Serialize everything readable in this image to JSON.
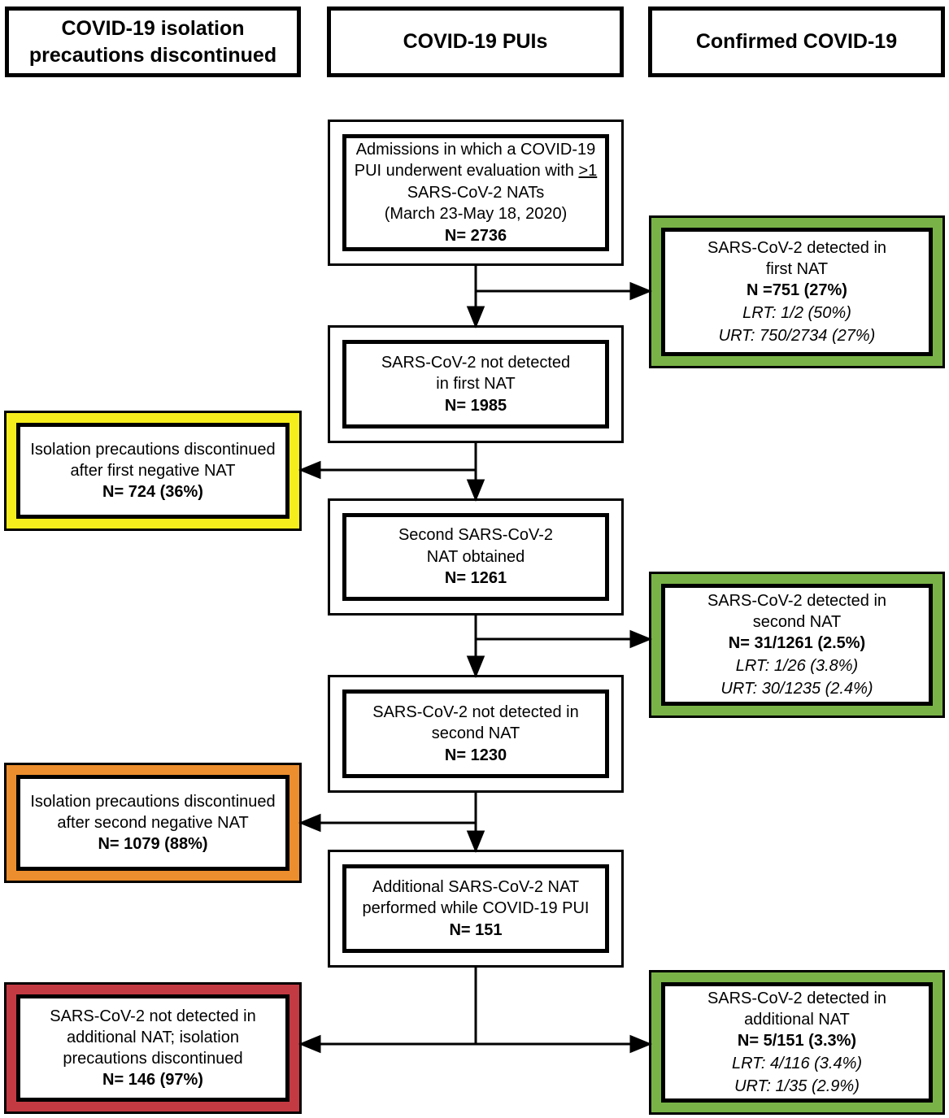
{
  "colors": {
    "green": "#79b347",
    "yellow": "#f6ed1d",
    "orange": "#ec8e2d",
    "red": "#c43a42",
    "line": "#000000"
  },
  "headers": {
    "left": "COVID-19 isolation\nprecautions discontinued",
    "center": "COVID-19 PUIs",
    "right": "Confirmed COVID-19"
  },
  "flow": [
    {
      "text_pre": "Admissions in which a COVID-19\nPUI underwent evaluation with ",
      "text_geq": ">1",
      "text_post": "\nSARS-CoV-2 NATs\n(March 23-May 18, 2020)",
      "n": "N= 2736"
    },
    {
      "text": "SARS-CoV-2 not detected\nin first NAT",
      "n": "N= 1985"
    },
    {
      "text": "Second SARS-CoV-2\nNAT obtained",
      "n": "N= 1261"
    },
    {
      "text": "SARS-CoV-2 not detected in\nsecond NAT",
      "n": "N= 1230"
    },
    {
      "text": "Additional SARS-CoV-2 NAT\nperformed while COVID-19 PUI",
      "n": "N= 151"
    }
  ],
  "confirmed": [
    {
      "text": "SARS-CoV-2 detected in\nfirst NAT",
      "n": "N =751 (27%)",
      "lrt": "LRT: 1/2 (50%)",
      "urt": "URT: 750/2734 (27%)"
    },
    {
      "text": "SARS-CoV-2 detected in\nsecond NAT",
      "n": "N= 31/1261 (2.5%)",
      "lrt": "LRT: 1/26 (3.8%)",
      "urt": "URT: 30/1235 (2.4%)"
    },
    {
      "text": "SARS-CoV-2 detected in\nadditional NAT",
      "n": "N= 5/151 (3.3%)",
      "lrt": "LRT: 4/116 (3.4%)",
      "urt": "URT: 1/35 (2.9%)"
    }
  ],
  "discontinued": [
    {
      "text": "Isolation precautions discontinued\nafter first negative NAT",
      "n": "N= 724 (36%)"
    },
    {
      "text": "Isolation precautions discontinued\nafter second negative NAT",
      "n": "N= 1079 (88%)"
    },
    {
      "text": "SARS-CoV-2 not detected in\nadditional NAT; isolation\nprecautions discontinued",
      "n": "N= 146 (97%)"
    }
  ]
}
